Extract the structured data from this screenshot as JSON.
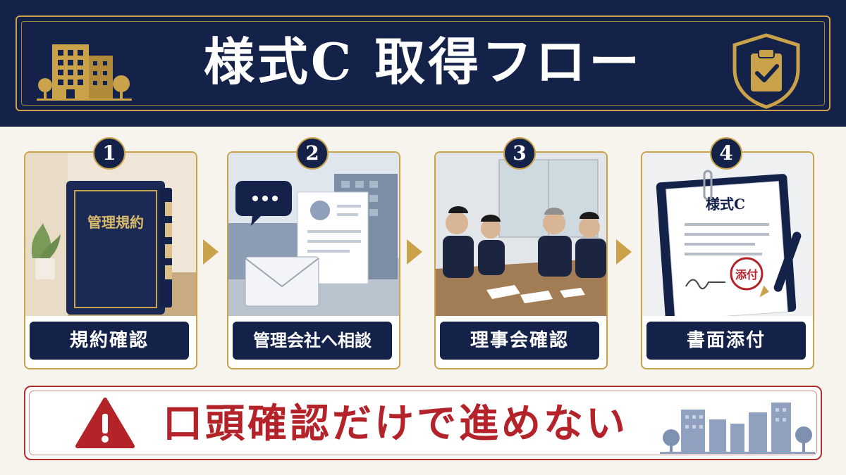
{
  "title": "様式C 取得フロー",
  "steps": [
    {
      "number": "1",
      "label": "規約確認",
      "binder_text": "管理規約"
    },
    {
      "number": "2",
      "label": "管理会社へ相談"
    },
    {
      "number": "3",
      "label": "理事会確認"
    },
    {
      "number": "4",
      "label": "書面添付",
      "document_title": "様式C",
      "stamp_text": "添付"
    }
  ],
  "warning": {
    "text": "口頭確認だけで進めない",
    "icon": "warning-triangle-icon"
  },
  "colors": {
    "navy": "#14224a",
    "gold": "#c9a24a",
    "red": "#b4232a"
  }
}
